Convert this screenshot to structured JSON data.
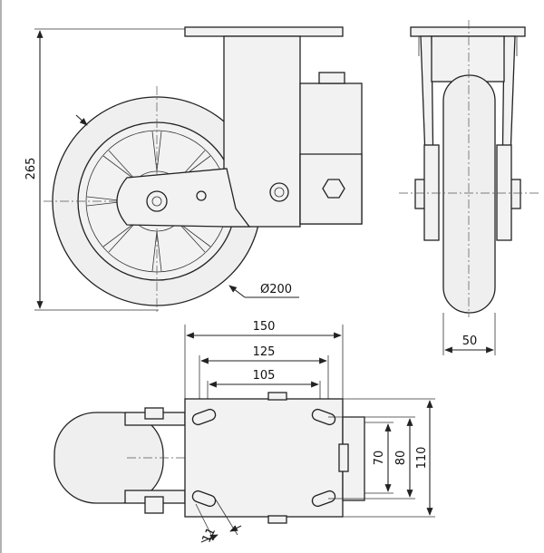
{
  "views": {
    "side": {
      "height_label": "265",
      "wheel_diameter_label": "Ø200"
    },
    "front": {
      "wheel_width_label": "50"
    },
    "top": {
      "plate_length_label": "150",
      "hole_spacing_outer_label": "125",
      "hole_spacing_inner_label": "105",
      "slot_width_label": "11",
      "plate_width_label": "110",
      "hole_span_outer_label": "80",
      "hole_span_inner_label": "70"
    }
  }
}
